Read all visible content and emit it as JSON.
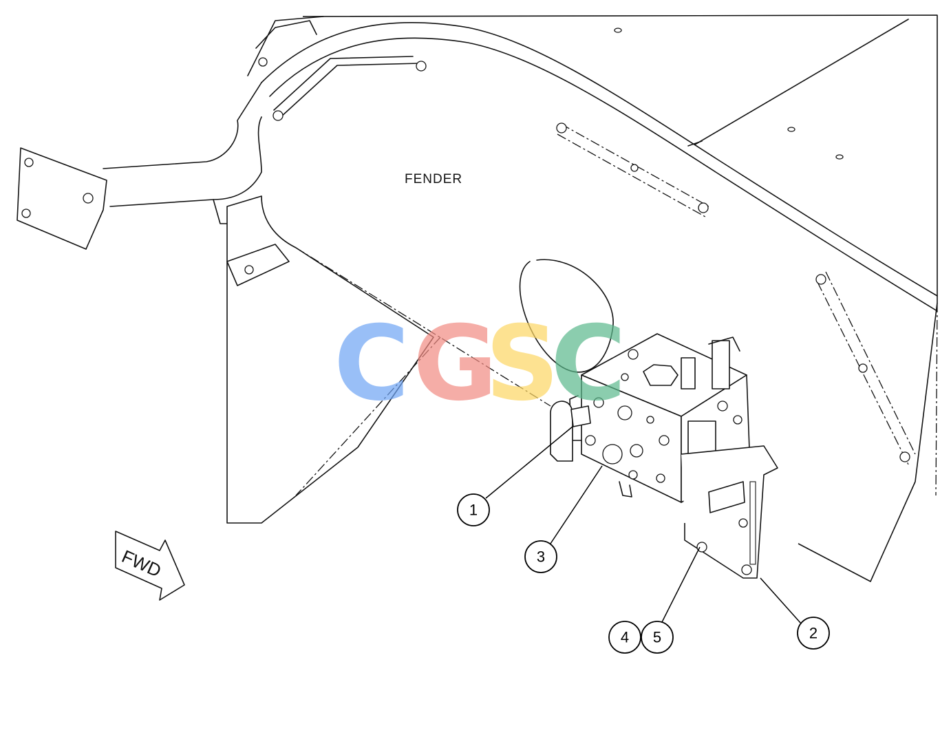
{
  "labels": {
    "fender": "FENDER",
    "fwd": "FWD"
  },
  "watermark": {
    "letters": [
      "C",
      "G",
      "S",
      "C"
    ],
    "colors": [
      "#6fa4f4",
      "#f28b82",
      "#fdd663",
      "#5bb98c"
    ]
  },
  "callouts": [
    {
      "id": "1",
      "label": "1"
    },
    {
      "id": "2",
      "label": "2"
    },
    {
      "id": "3",
      "label": "3"
    },
    {
      "id": "4",
      "label": "4"
    },
    {
      "id": "5",
      "label": "5"
    }
  ]
}
